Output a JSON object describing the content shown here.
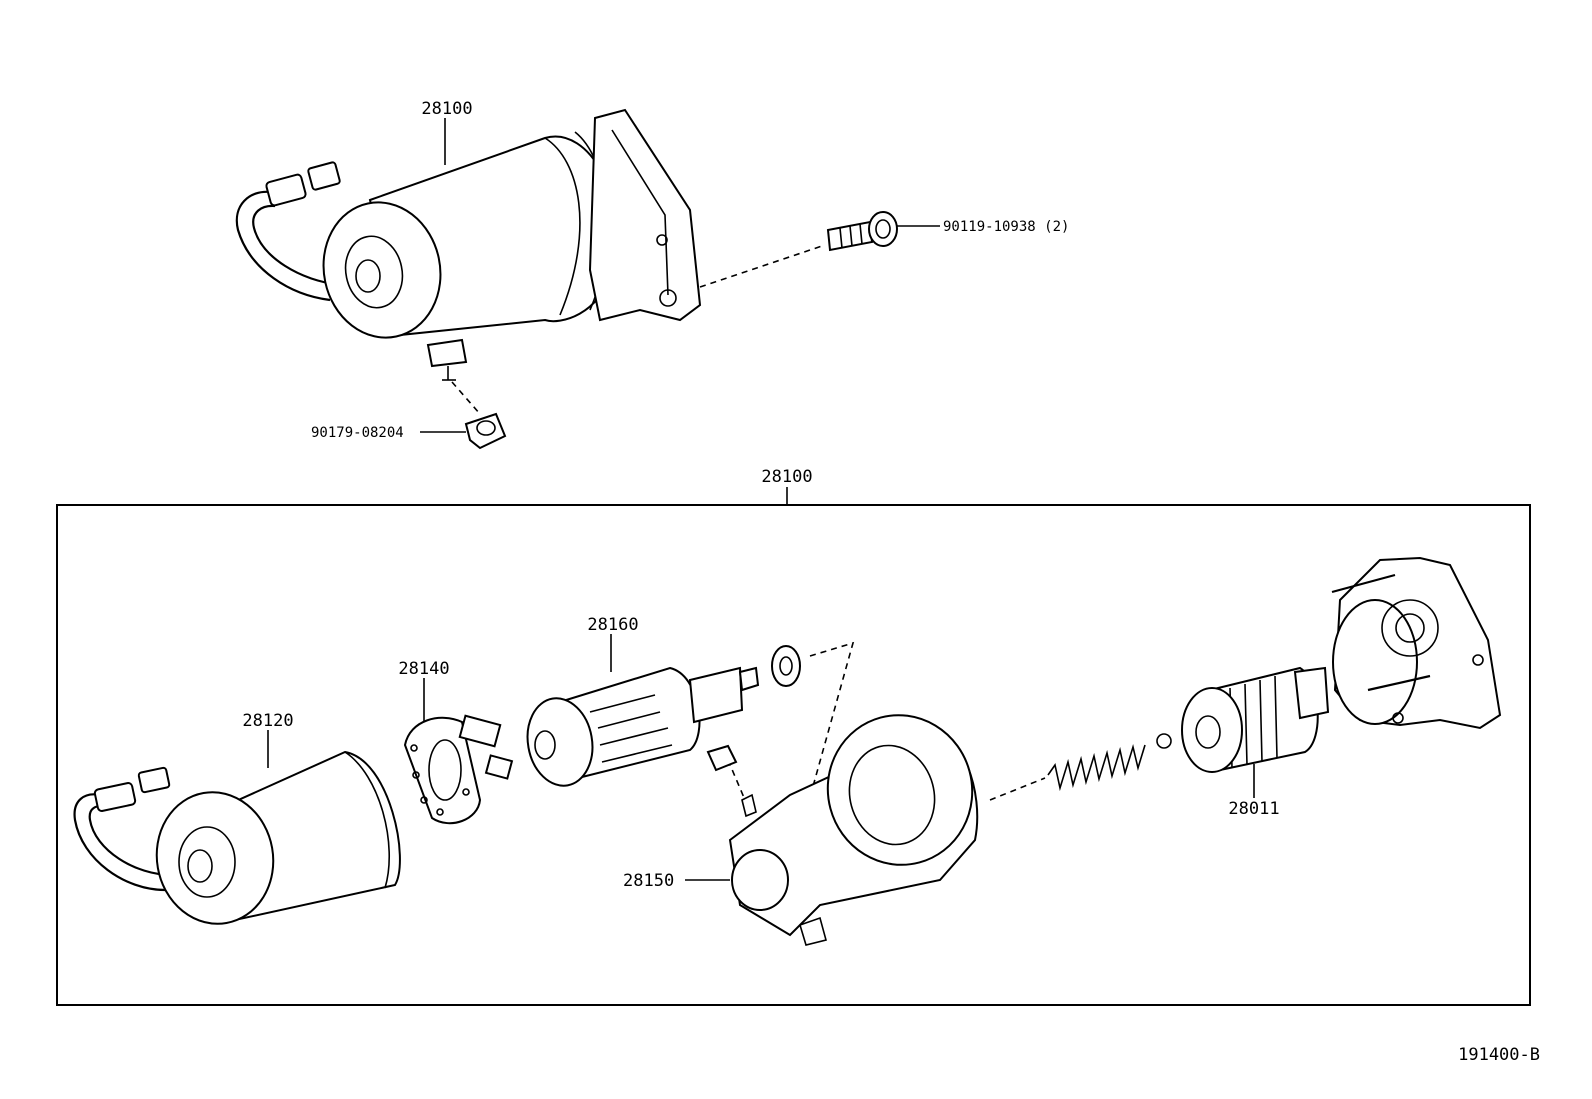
{
  "labels": {
    "assembly_top": "28100",
    "bolt": "90119-10938 (2)",
    "nut": "90179-08204",
    "assembly_box": "28100",
    "yoke": "28120",
    "brush_holder": "28140",
    "armature": "28160",
    "housing": "28150",
    "clutch": "28011",
    "figure_code": "191400-B"
  }
}
